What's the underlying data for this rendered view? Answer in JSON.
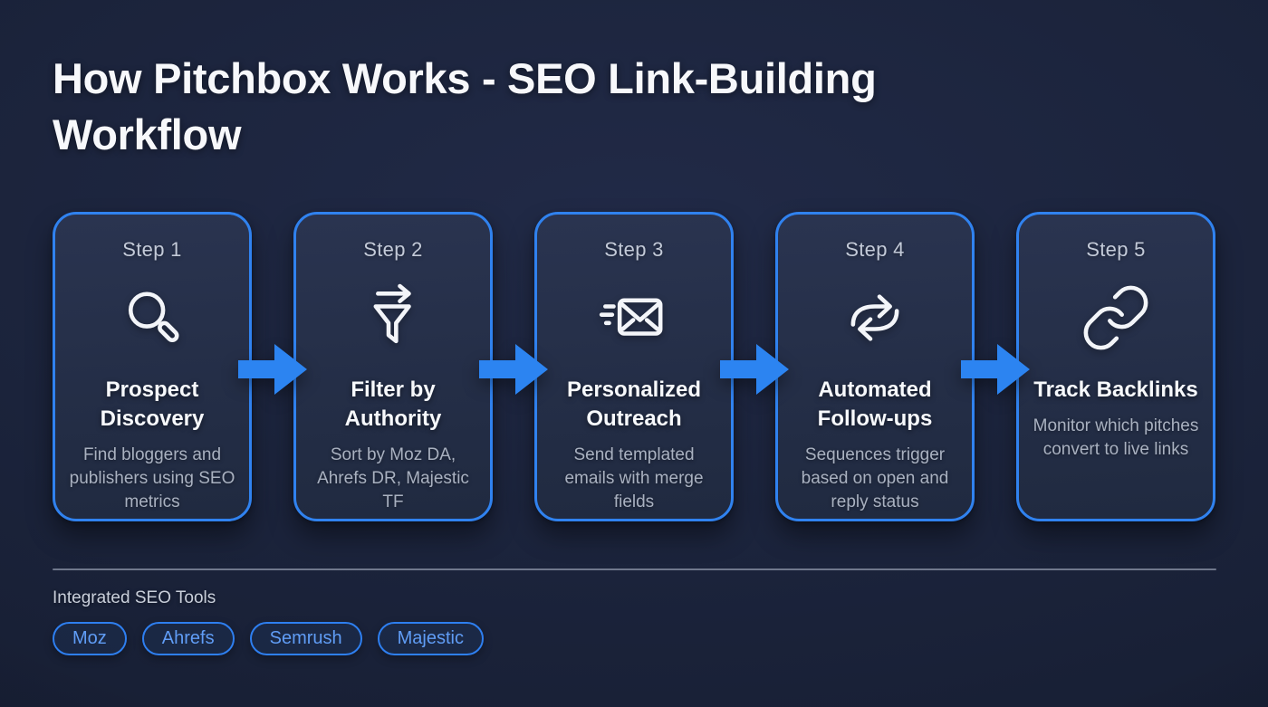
{
  "header": {
    "title_line1": "How Pitchbox Works - SEO Link-Building",
    "title_line2": "Workflow"
  },
  "steps": [
    {
      "label": "Step 1",
      "icon": "search-icon",
      "title": "Prospect Discovery",
      "description": "Find bloggers and publishers using SEO metrics"
    },
    {
      "label": "Step 2",
      "icon": "filter-icon",
      "title": "Filter by Authority",
      "description": "Sort by Moz DA, Ahrefs DR, Majestic TF"
    },
    {
      "label": "Step 3",
      "icon": "send-email-icon",
      "title": "Personalized Outreach",
      "description": "Send templated emails with merge fields"
    },
    {
      "label": "Step 4",
      "icon": "sync-icon",
      "title": "Automated Follow-ups",
      "description": "Sequences trigger based on open and reply status"
    },
    {
      "label": "Step 5",
      "icon": "link-icon",
      "title": "Track Backlinks",
      "description": "Monitor which pitches convert to live links"
    }
  ],
  "footer": {
    "label": "Integrated SEO Tools",
    "tools": [
      "Moz",
      "Ahrefs",
      "Semrush",
      "Majestic"
    ]
  },
  "colors": {
    "background": "#1a2239",
    "card_background": "#242e47",
    "accent_blue_border": "#3082ef",
    "arrow_blue": "#2c84f1",
    "badge_text_blue": "#609df6",
    "heading_white": "#f7f9fc",
    "muted_text": "#a9b1c0"
  }
}
